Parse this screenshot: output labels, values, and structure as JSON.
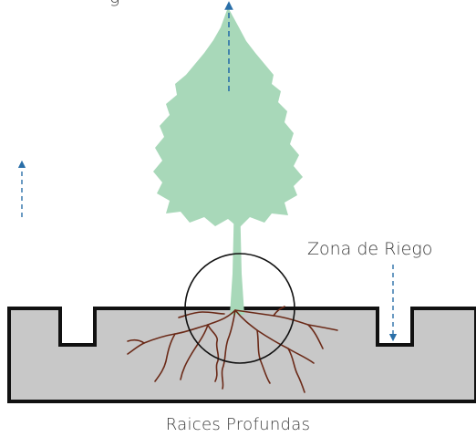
{
  "labels": {
    "top": "g",
    "zona_riego": "Zona de Riego",
    "raices": "Raices Profundas"
  },
  "colors": {
    "tree": "#a8d8b9",
    "soil": "#c8c8c8",
    "soil_outline": "#111111",
    "root": "#6b2a18",
    "arrow": "#2a6fa8",
    "text": "#3a3a3a"
  }
}
